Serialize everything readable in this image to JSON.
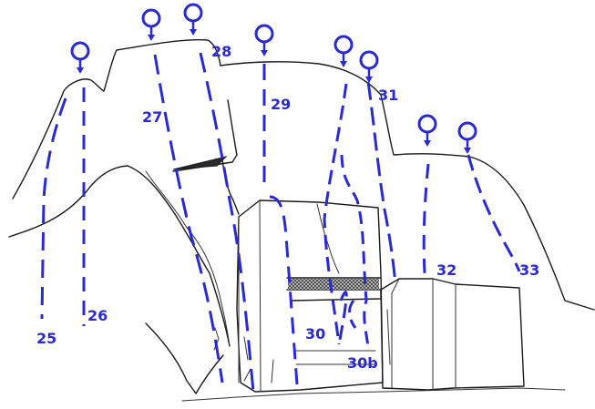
{
  "colors": {
    "route": "#2a2ad0",
    "rock": "#1a1a1a"
  },
  "icons": {
    "anchor": "anchor-ring-icon"
  },
  "routes": [
    {
      "id": "25",
      "label": "25"
    },
    {
      "id": "26",
      "label": "26"
    },
    {
      "id": "27",
      "label": "27"
    },
    {
      "id": "28",
      "label": "28"
    },
    {
      "id": "29",
      "label": "29"
    },
    {
      "id": "30",
      "label": "30"
    },
    {
      "id": "30b",
      "label": "30b"
    },
    {
      "id": "31",
      "label": "31"
    },
    {
      "id": "32",
      "label": "32"
    },
    {
      "id": "33",
      "label": "33"
    }
  ]
}
